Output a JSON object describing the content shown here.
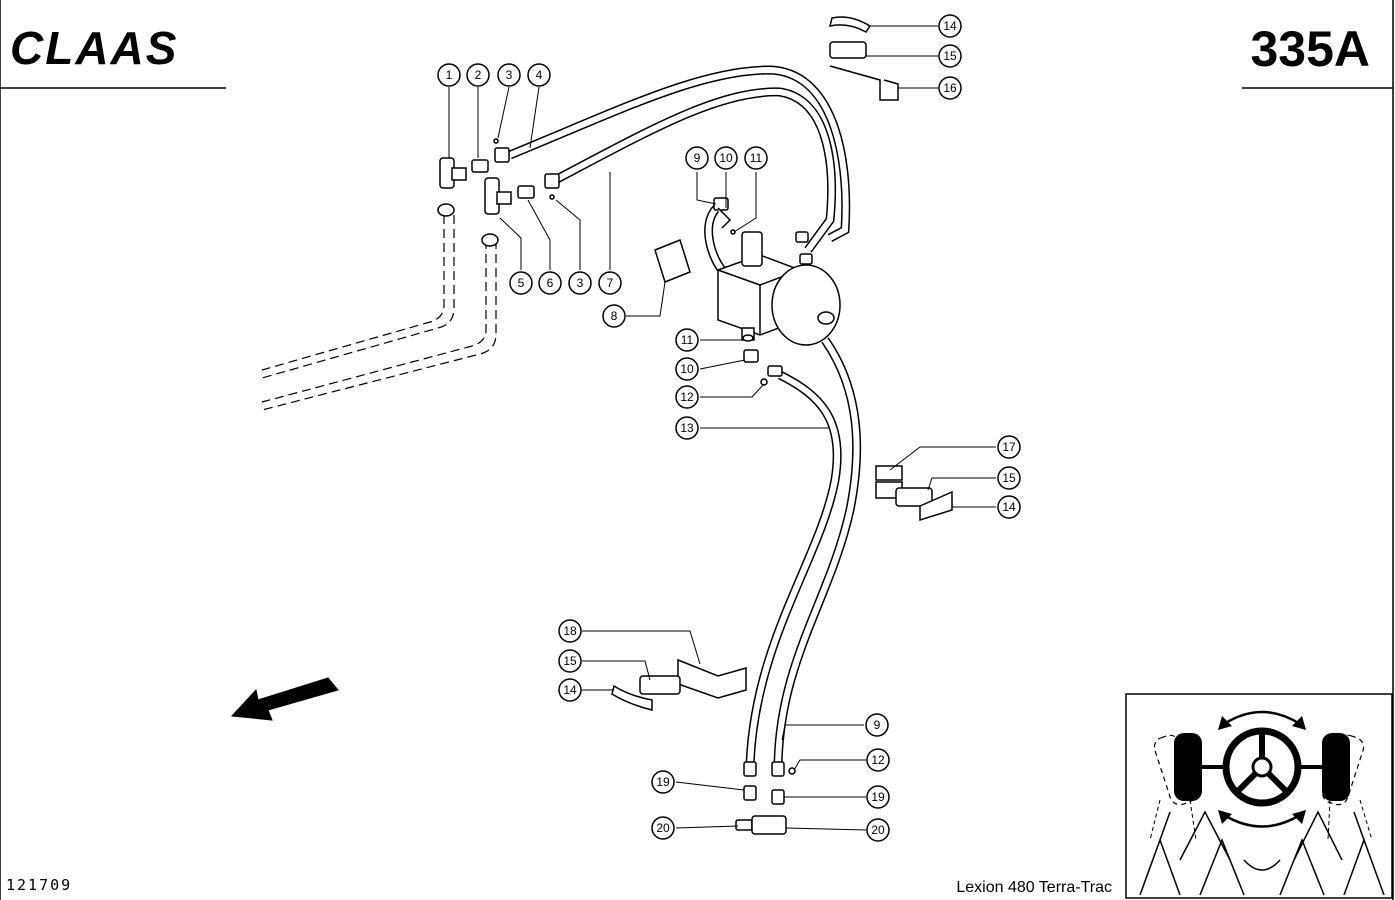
{
  "header": {
    "brand": "CLAAS",
    "page_number": "335A"
  },
  "footer": {
    "document_number": "121709",
    "model": "Lexion 480 Terra-Trac"
  },
  "callouts": [
    {
      "id": "c1",
      "label": "1"
    },
    {
      "id": "c2",
      "label": "2"
    },
    {
      "id": "c3a",
      "label": "3"
    },
    {
      "id": "c4",
      "label": "4"
    },
    {
      "id": "c5",
      "label": "5"
    },
    {
      "id": "c6",
      "label": "6"
    },
    {
      "id": "c3b",
      "label": "3"
    },
    {
      "id": "c7",
      "label": "7"
    },
    {
      "id": "c8",
      "label": "8"
    },
    {
      "id": "c9a",
      "label": "9"
    },
    {
      "id": "c10a",
      "label": "10"
    },
    {
      "id": "c11a",
      "label": "11"
    },
    {
      "id": "c11b",
      "label": "11"
    },
    {
      "id": "c10b",
      "label": "10"
    },
    {
      "id": "c12a",
      "label": "12"
    },
    {
      "id": "c13",
      "label": "13"
    },
    {
      "id": "c14a",
      "label": "14"
    },
    {
      "id": "c15a",
      "label": "15"
    },
    {
      "id": "c16",
      "label": "16"
    },
    {
      "id": "c17",
      "label": "17"
    },
    {
      "id": "c15b",
      "label": "15"
    },
    {
      "id": "c14b",
      "label": "14"
    },
    {
      "id": "c18",
      "label": "18"
    },
    {
      "id": "c15c",
      "label": "15"
    },
    {
      "id": "c14c",
      "label": "14"
    },
    {
      "id": "c9b",
      "label": "9"
    },
    {
      "id": "c12b",
      "label": "12"
    },
    {
      "id": "c19a",
      "label": "19"
    },
    {
      "id": "c19b",
      "label": "19"
    },
    {
      "id": "c20a",
      "label": "20"
    },
    {
      "id": "c20b",
      "label": "20"
    }
  ],
  "inset": {
    "subject": "steering-wheel-diagram"
  }
}
